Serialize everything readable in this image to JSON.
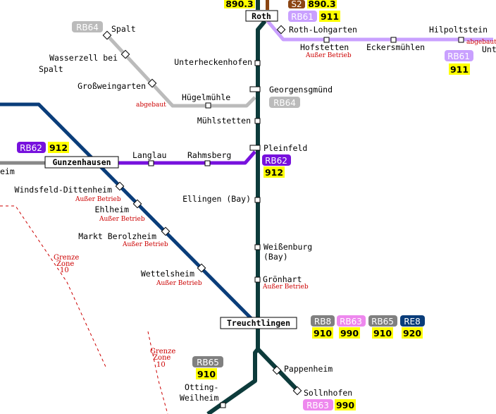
{
  "colors": {
    "line_main": "#0d3b3b",
    "line_blue": "#0a3d7a",
    "line_rb62": "#7711dd",
    "line_rb61": "#c9a0ff",
    "line_rb64": "#bbbbbb",
    "line_gray": "#888888",
    "line_brown": "#8b4513",
    "badge_rb61": "#c9a0ff",
    "badge_rb62": "#7711dd",
    "badge_rb63": "#ee88ee",
    "badge_rb64": "#bbbbbb",
    "badge_rb65": "#808080",
    "badge_rb8": "#808080",
    "badge_re8": "#0a3d7a",
    "badge_s2": "#8b4513",
    "number_bg": "#ffff00",
    "note_red": "#cc0000"
  },
  "hubs": {
    "roth": "Roth",
    "gunzenhausen": "Gunzenhausen",
    "treuchtlingen": "Treuchtlingen"
  },
  "stations": {
    "roth_lohgarten": "Roth-Lohgarten",
    "hofstetten": "Hofstetten",
    "eckersmuehlen": "Eckersmühlen",
    "hilpoltstein": "Hilpoltstein",
    "unterheckenhofen": "Unterheckenhofen",
    "georgensgmuend": "Georgensgmünd",
    "huegelmuehle": "Hügelmühle",
    "muehlstetten": "Mühlstetten",
    "pleinfeld": "Pleinfeld",
    "langlau": "Langlau",
    "rahmsberg": "Rahmsberg",
    "ellingen": "Ellingen (Bay)",
    "weissenburg_1": "Weißenburg",
    "weissenburg_2": "(Bay)",
    "groenhart": "Grönhart",
    "spalt": "Spalt",
    "wasserzell_1": "Wasserzell bei",
    "wasserzell_2": "Spalt",
    "grossweingarten": "Großweingarten",
    "windsfeld": "Windsfeld-Dittenheim",
    "ehlheim": "Ehlheim",
    "markt_berolzheim": "Markt Berolzheim",
    "wettelsheim": "Wettelsheim",
    "pappenheim": "Pappenheim",
    "sollnhofen": "Sollnhofen",
    "otting_1": "Otting-",
    "otting_2": "Weilheim",
    "edge_left": "eim",
    "edge_right": "Unt"
  },
  "notes": {
    "ausser_betrieb": "Außer Betrieb",
    "abgebaut": "abgebaut",
    "abgebaut_right": "abgebaut",
    "grenze": "Grenze",
    "zone": "Zone",
    "zone_10": "10"
  },
  "badges": {
    "s2": "S2",
    "s2_num": "890.3",
    "top_num": "890.3",
    "rb61_top": "RB61",
    "rb61_top_num": "911",
    "rb61_right": "RB61",
    "rb61_right_num": "911",
    "rb64_spalt": "RB64",
    "rb64_georg": "RB64",
    "rb62_left": "RB62",
    "rb62_left_num": "912",
    "rb62_plein": "RB62",
    "rb62_plein_num": "912",
    "rb8": "RB8",
    "rb8_num": "910",
    "rb63": "RB63",
    "rb63_num": "990",
    "rb65": "RB65",
    "rb65_num": "910",
    "re8": "RE8",
    "re8_num": "920",
    "rb65_bottom": "RB65",
    "rb65_bottom_num": "910",
    "rb63_bottom": "RB63",
    "rb63_bottom_num": "990"
  }
}
